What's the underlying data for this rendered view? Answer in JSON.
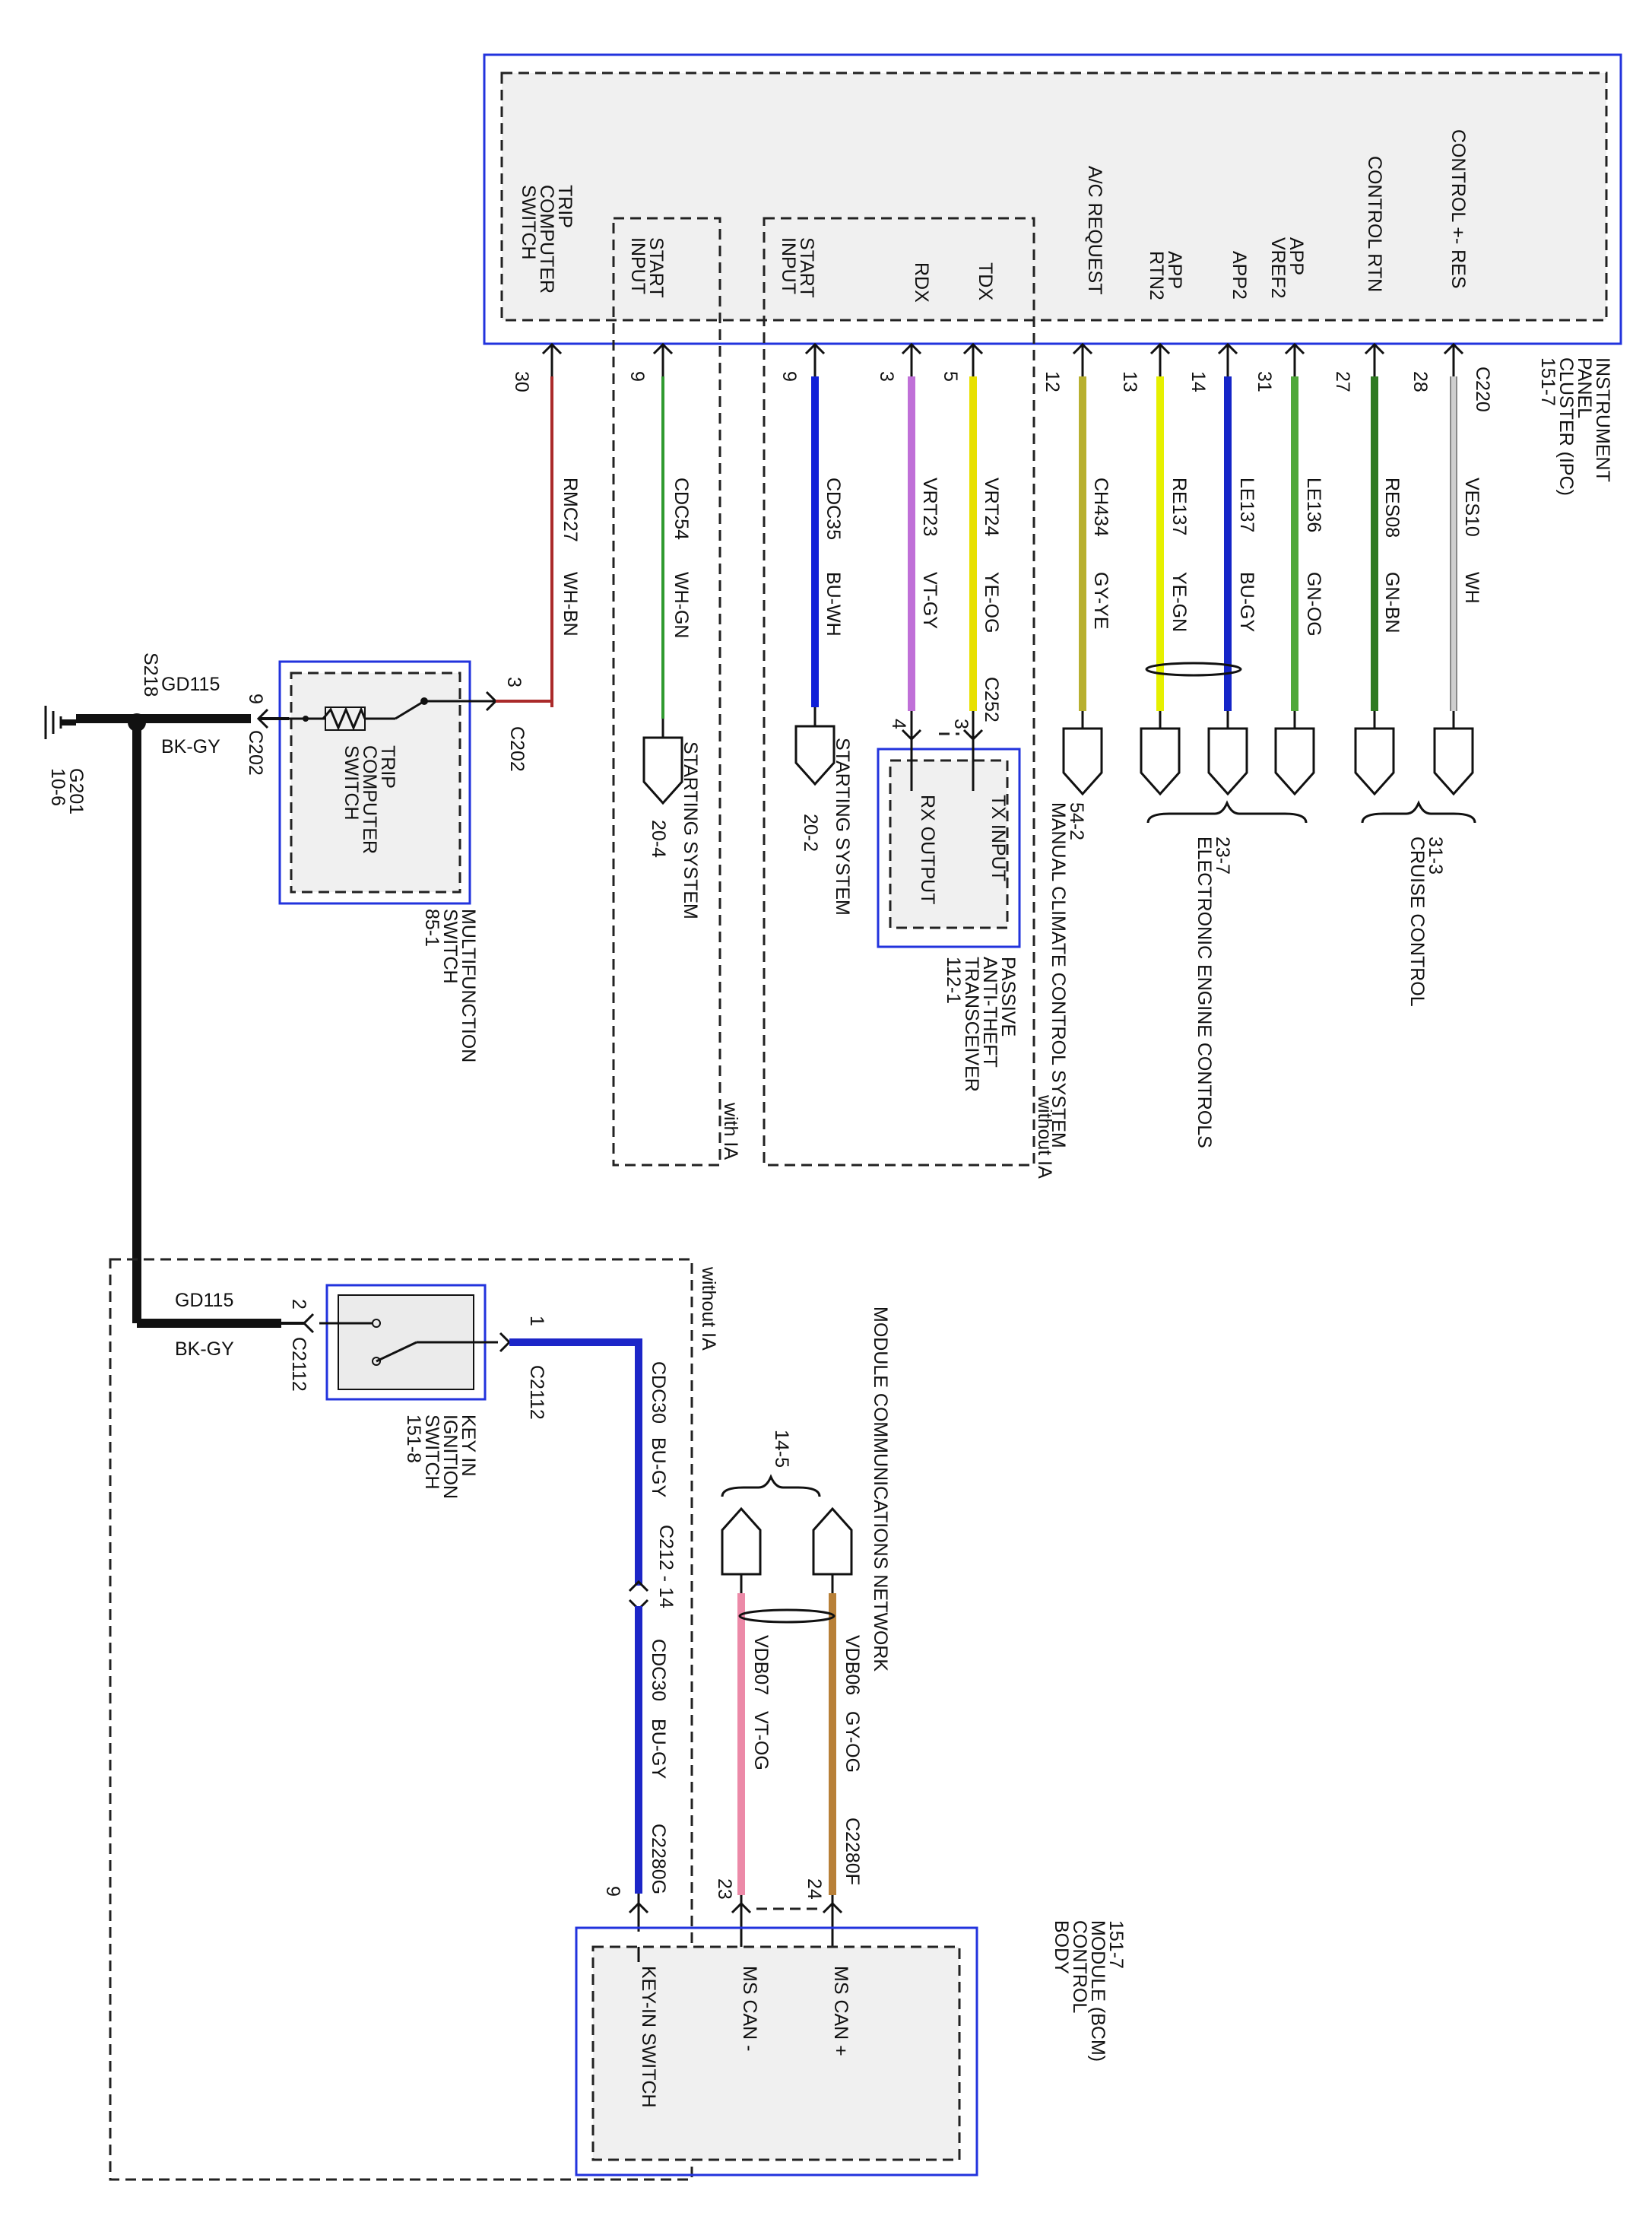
{
  "colors": {
    "module_border": "#2233dd",
    "ground_wire": "#111111",
    "RMC27": "#aa2a2a",
    "CDC54": "#2f9a2f",
    "CDC35": "#1020d8",
    "VRT23": "#c070d8",
    "VRT24": "#e8e000",
    "CH434": "#b8b030",
    "RE137": "#e6f000",
    "LE137": "#1525c8",
    "LE136": "#4fa83a",
    "RES08": "#2f7a22",
    "VES10": "#cfcfcf",
    "CDC30": "#1c26c8",
    "VDB07": "#ec8aa8",
    "VDB06": "#b88038"
  },
  "ipc": {
    "title_lines": [
      "INSTRUMENT",
      "PANEL",
      "CLUSTER (IPC)",
      "151-7"
    ],
    "connector": "C220",
    "pins": [
      {
        "label_lines": [
          "CONTROL +- RES"
        ],
        "pin": "28",
        "circuit": "VES10",
        "color_code": "WH"
      },
      {
        "label_lines": [
          "CONTROL RTN"
        ],
        "pin": "27",
        "circuit": "RES08",
        "color_code": "GN-BN"
      },
      {
        "label_lines": [
          "APP",
          "VREF2"
        ],
        "pin": "31",
        "circuit": "LE136",
        "color_code": "GN-OG"
      },
      {
        "label_lines": [
          "APP2"
        ],
        "pin": "14",
        "circuit": "LE137",
        "color_code": "BU-GY"
      },
      {
        "label_lines": [
          "APP",
          "RTN2"
        ],
        "pin": "13",
        "circuit": "RE137",
        "color_code": "YE-GN"
      },
      {
        "label_lines": [
          "A/C REQUEST"
        ],
        "pin": "12",
        "circuit": "CH434",
        "color_code": "GY-YE"
      },
      {
        "label_lines": [
          "TDX"
        ],
        "pin": "5",
        "circuit": "VRT24",
        "color_code": "YE-OG"
      },
      {
        "label_lines": [
          "RDX"
        ],
        "pin": "3",
        "circuit": "VRT23",
        "color_code": "VT-GY"
      },
      {
        "label_lines": [
          "START",
          "INPUT"
        ],
        "pin": "9",
        "circuit": "CDC35",
        "color_code": "BU-WH"
      },
      {
        "label_lines": [
          "START",
          "INPUT"
        ],
        "pin": "9",
        "circuit": "CDC54",
        "color_code": "WH-GN"
      },
      {
        "label_lines": [
          "TRIP",
          "COMPUTER",
          "SWITCH"
        ],
        "pin": "30",
        "circuit": "RMC27",
        "color_code": "WH-BN"
      }
    ]
  },
  "cruise_control": {
    "name": "CRUISE CONTROL",
    "ref": "31-3"
  },
  "engine_controls": {
    "name": "ELECTRONIC ENGINE CONTROLS",
    "ref": "23-7"
  },
  "climate": {
    "name": "MANUAL CLIMATE CONTROL SYSTEM",
    "ref": "54-2"
  },
  "pats": {
    "title_lines": [
      "PASSIVE",
      "ANTI-THEFT",
      "TRANSCEIVER",
      "112-1"
    ],
    "connector": "C252",
    "tx_label": "TX INPUT",
    "rx_label": "RX OUTPUT",
    "tx_pin": "3",
    "rx_pin": "4"
  },
  "starting_a": {
    "name": "STARTING SYSTEM",
    "ref": "20-2"
  },
  "starting_b": {
    "name": "STARTING SYSTEM",
    "ref": "20-4"
  },
  "without_ia": "without IA",
  "with_ia": "with IA",
  "multifunction": {
    "title_lines": [
      "MULTIFUNCTION",
      "SWITCH",
      "85-1"
    ],
    "inner_lines": [
      "TRIP",
      "COMPUTER",
      "SWITCH"
    ],
    "conn_in": "C202",
    "pin_in": "3",
    "conn_out": "C202",
    "pin_out": "9"
  },
  "ground": {
    "splice": "S218",
    "circuit": "GD115",
    "color_code": "BK-GY",
    "ground_id": "G201",
    "ground_ref": "10-6"
  },
  "key_switch": {
    "title_lines": [
      "KEY IN",
      "IGNITION",
      "SWITCH",
      "151-8"
    ],
    "circuit": "GD115",
    "color_code": "BK-GY",
    "conn_gnd": "C2112",
    "pin_gnd": "2",
    "conn_out": "C2112",
    "pin_out": "1"
  },
  "cdc30": {
    "circuit": "CDC30",
    "color_code": "BU-GY",
    "inline": "C212 - 14",
    "conn_bcm": "C2280G",
    "pin_bcm": "9"
  },
  "mcn": {
    "title": "MODULE COMMUNICATIONS NETWORK",
    "ref": "14-5",
    "vdb06": "VDB06",
    "vdb06_cc": "GY-OG",
    "vdb07": "VDB07",
    "vdb07_cc": "VT-OG",
    "connector": "C2280F",
    "pin_plus": "24",
    "pin_minus": "23"
  },
  "bcm": {
    "title_lines": [
      "BODY",
      "CONTROL",
      "MODULE (BCM)",
      "151-7"
    ],
    "pins": [
      "MS CAN +",
      "MS CAN -",
      "KEY-IN SWITCH"
    ]
  }
}
